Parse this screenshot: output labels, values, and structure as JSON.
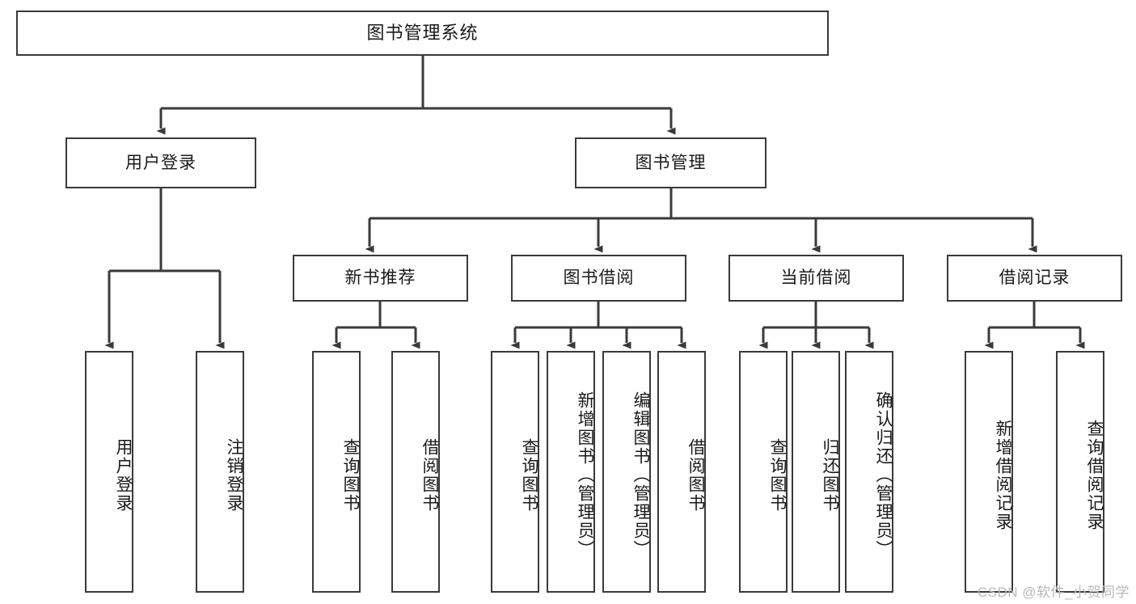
{
  "diagram": {
    "title": "图书管理系统",
    "type": "tree",
    "stroke_color": "#3a3a3a",
    "text_color": "#1a1a1a",
    "background": "#ffffff"
  },
  "nodes": {
    "root": {
      "label": "图书管理系统"
    },
    "level2": [
      {
        "id": "user-login",
        "label": "用户登录"
      },
      {
        "id": "book-manage",
        "label": "图书管理"
      }
    ],
    "level3": [
      {
        "id": "new-book-recommend",
        "label": "新书推荐"
      },
      {
        "id": "book-borrow",
        "label": "图书借阅"
      },
      {
        "id": "current-borrow",
        "label": "当前借阅"
      },
      {
        "id": "borrow-record",
        "label": "借阅记录"
      }
    ],
    "leaves": {
      "user_login": [
        {
          "id": "leaf-user-login",
          "label": "用户登录"
        },
        {
          "id": "leaf-logout-login",
          "label": "注销登录"
        }
      ],
      "new_book_recommend": [
        {
          "id": "leaf-query-book-1",
          "label": "查询图书"
        },
        {
          "id": "leaf-borrow-book-1",
          "label": "借阅图书"
        }
      ],
      "book_borrow": [
        {
          "id": "leaf-query-book-2",
          "label": "查询图书"
        },
        {
          "id": "leaf-add-book",
          "label": "新增图书（管理员）"
        },
        {
          "id": "leaf-edit-book",
          "label": "编辑图书（管理员）"
        },
        {
          "id": "leaf-borrow-book-2",
          "label": "借阅图书"
        }
      ],
      "current_borrow": [
        {
          "id": "leaf-query-book-3",
          "label": "查询图书"
        },
        {
          "id": "leaf-return-book",
          "label": "归还图书"
        },
        {
          "id": "leaf-confirm-return",
          "label": "确认归还（管理员）"
        }
      ],
      "borrow_record": [
        {
          "id": "leaf-add-record",
          "label": "新增借阅记录"
        },
        {
          "id": "leaf-query-record",
          "label": "查询借阅记录"
        }
      ]
    }
  },
  "watermark": {
    "text": "CSDN @软件_小贺同学"
  }
}
